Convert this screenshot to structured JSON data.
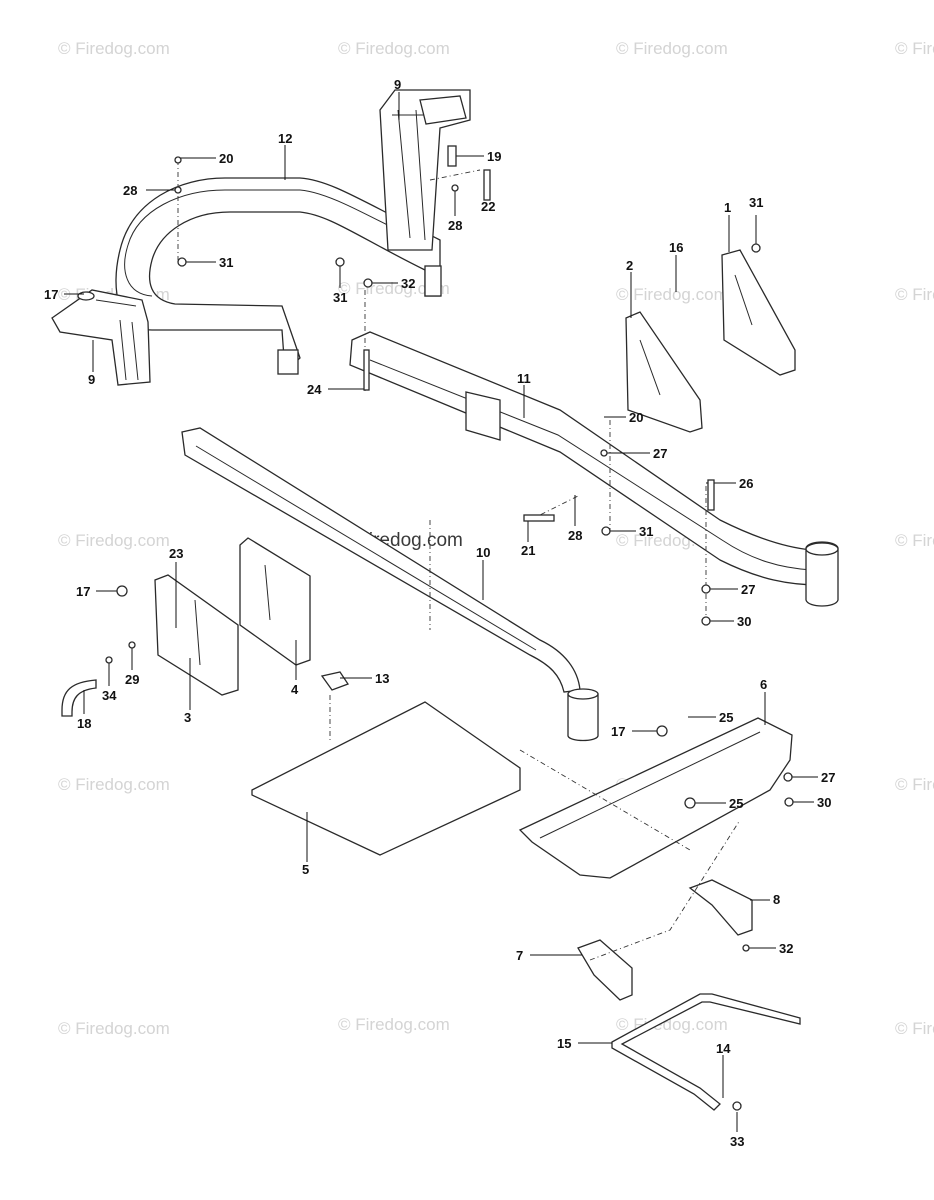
{
  "watermark": {
    "text": "© Firedog.com",
    "center_text": "© Firedog.com"
  },
  "callouts": {
    "c1": "1",
    "c2": "2",
    "c3": "3",
    "c4": "4",
    "c5": "5",
    "c6": "6",
    "c7": "7",
    "c8": "8",
    "c9a": "9",
    "c9b": "9",
    "c10": "10",
    "c11": "11",
    "c12": "12",
    "c13": "13",
    "c14": "14",
    "c15": "15",
    "c16": "16",
    "c17a": "17",
    "c17b": "17",
    "c17c": "17",
    "c18": "18",
    "c19": "19",
    "c20a": "20",
    "c20b": "20",
    "c21": "21",
    "c22": "22",
    "c23": "23",
    "c24": "24",
    "c25a": "25",
    "c25b": "25",
    "c26": "26",
    "c27a": "27",
    "c27b": "27",
    "c27c": "27",
    "c28a": "28",
    "c28b": "28",
    "c28c": "28",
    "c29": "29",
    "c30a": "30",
    "c30b": "30",
    "c31a": "31",
    "c31b": "31",
    "c31c": "31",
    "c31d": "31",
    "c32a": "32",
    "c32b": "32",
    "c33": "33",
    "c34": "34"
  }
}
